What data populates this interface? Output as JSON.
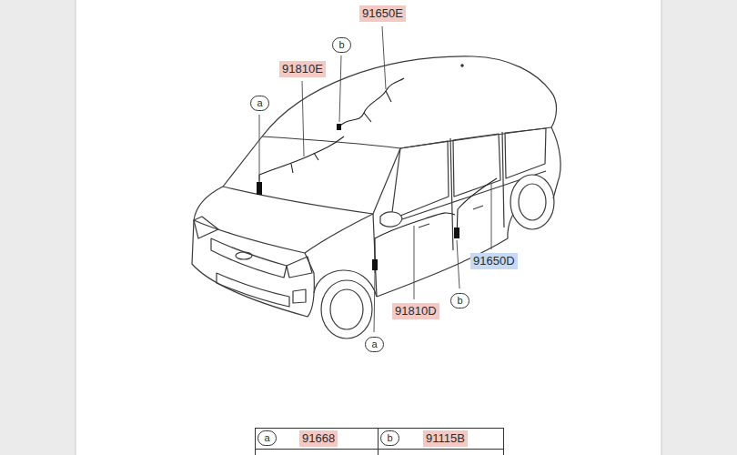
{
  "diagram": {
    "nodes": [
      {
        "text": [
          "91650E"
        ]
      },
      {
        "text": [
          "b"
        ]
      },
      {
        "text": [
          "91810E"
        ]
      },
      {
        "text": [
          "a"
        ]
      },
      {
        "text": [
          "91650D"
        ]
      },
      {
        "text": [
          "b"
        ]
      },
      {
        "text": [
          "91810D"
        ]
      },
      {
        "text": [
          "a"
        ]
      },
      {
        "text": [
          "a"
        ]
      },
      {
        "text": [
          "91668"
        ]
      },
      {
        "text": [
          "b"
        ]
      },
      {
        "text": [
          "91115B"
        ]
      }
    ]
  }
}
